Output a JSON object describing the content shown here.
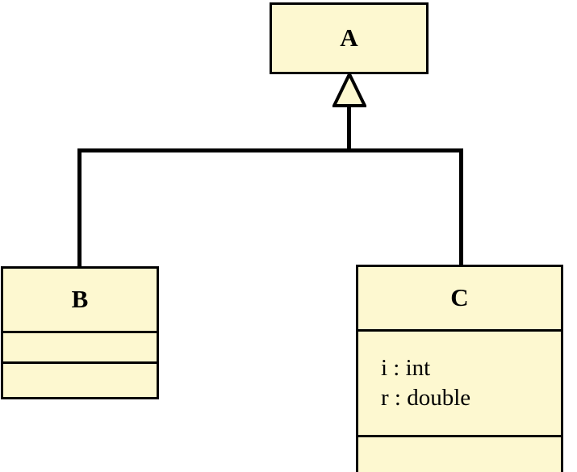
{
  "diagram": {
    "type": "uml-class-diagram",
    "background_color": "#ffffff",
    "class_fill_color": "#fdf8d0",
    "border_color": "#000000",
    "classes": [
      {
        "id": "A",
        "name": "A",
        "attributes": [],
        "operations": [],
        "compartments_shown": 1
      },
      {
        "id": "B",
        "name": "B",
        "attributes": [],
        "operations": [],
        "compartments_shown": 3
      },
      {
        "id": "C",
        "name": "C",
        "attributes": [
          "i : int",
          "r : double"
        ],
        "operations": [],
        "compartments_shown": 3
      }
    ],
    "relationships": [
      {
        "kind": "generalization",
        "label": "",
        "parent": "A",
        "children": [
          "B",
          "C"
        ],
        "arrowhead": "hollow-triangle"
      }
    ]
  }
}
